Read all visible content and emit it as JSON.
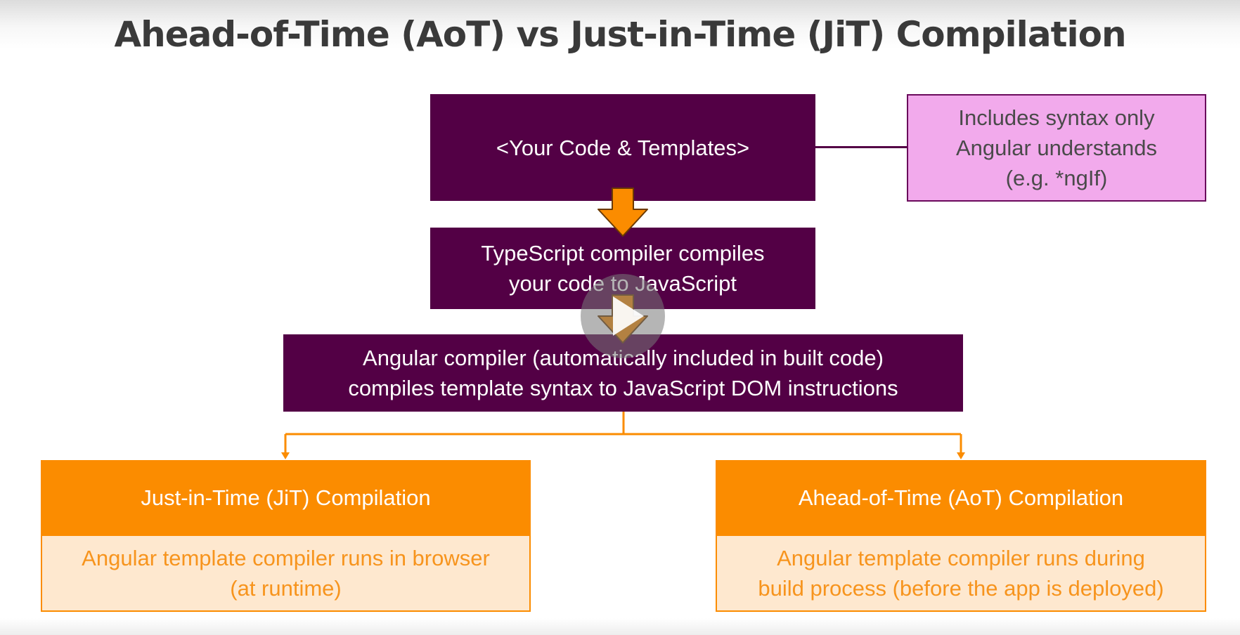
{
  "slide": {
    "title": "Ahead-of-Time (AoT) vs Just-in-Time (JiT) Compilation"
  },
  "flow": {
    "code_box": "<Your Code & Templates>",
    "note_line1": "Includes syntax only",
    "note_line2": "Angular understands",
    "note_line3": "(e.g. *ngIf)",
    "ts_line1": "TypeScript compiler compiles",
    "ts_line2": "your code to JavaScript",
    "ng_line1": "Angular compiler (automatically included in built code)",
    "ng_line2": "compiles template syntax to JavaScript DOM instructions"
  },
  "branches": {
    "jit_title": "Just-in-Time (JiT) Compilation",
    "jit_line1": "Angular template compiler runs in browser",
    "jit_line2": "(at runtime)",
    "aot_title": "Ahead-of-Time (AoT) Compilation",
    "aot_line1": "Angular template compiler runs during",
    "aot_line2": "build process (before the app is deployed)"
  },
  "colors": {
    "purple": "#530045",
    "pink": "#f2aaec",
    "orange": "#fb8c00",
    "orange_light": "#fee8cf"
  },
  "icons": {
    "play": "play-button-icon",
    "arrow": "down-arrow-icon"
  }
}
